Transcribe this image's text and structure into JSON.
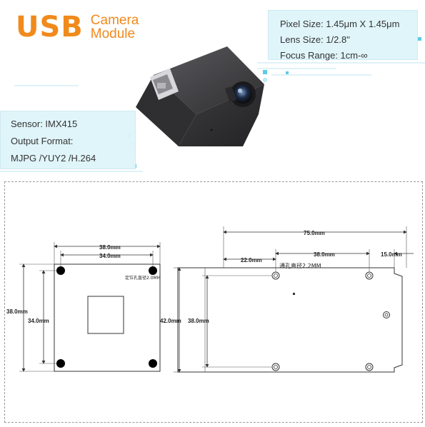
{
  "brand": {
    "name": "USB",
    "subtitle_line1": "Camera",
    "subtitle_line2": "Module"
  },
  "specs_right": [
    "Pixel Size: 1.45μm X 1.45μm",
    "Lens Size: 1/2.8\"",
    "Focus Range: 1cm-∞"
  ],
  "specs_left": {
    "sensor": "Sensor: IMX415",
    "output_label": "Output Format:",
    "output_value": "MJPG /YUY2 /H.264"
  },
  "front_view": {
    "outer_width": "38.0mm",
    "hole_spacing_x": "34.0mm",
    "outer_height": "38.0mm",
    "hole_spacing_y": "34.0mm",
    "hole_note": "定位孔直径2.0MM"
  },
  "side_view": {
    "total_length": "75.0mm",
    "hole_offset": "22.0mm",
    "hole_spacing": "38.0mm",
    "end_offset": "15.0mm",
    "height": "42.0mm",
    "hole_spacing_vertical": "38.0mm",
    "hole_note": "通孔直径2.2MM"
  },
  "colors": {
    "accent": "#f08a1c",
    "panel": "#def4fa",
    "camera_body": "#3a3a3c"
  }
}
